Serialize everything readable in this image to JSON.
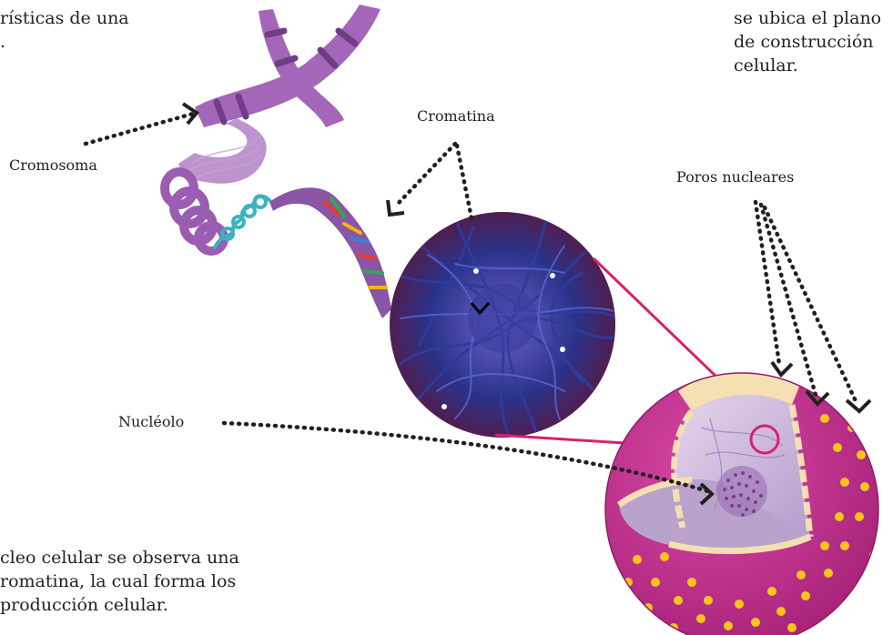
{
  "text_top_left": [
    "rísticas de una",
    "."
  ],
  "text_top_right": [
    "se ubica el plano",
    "de construcción",
    "celular."
  ],
  "text_bottom_left": [
    "cleo celular se observa una",
    "romatina, la cual forma los",
    "producción celular."
  ],
  "labels": {
    "cromosoma": "Cromosoma",
    "cromatina": "Cromatina",
    "poros": "Poros nucleares",
    "nucleolo": "Nucléolo"
  },
  "colors": {
    "chromosome": "#a466b8",
    "chromosome_band": "#6f3d86",
    "dna_helix": "#8a55a6",
    "histone_coil": "#3ab3bf",
    "chromatin_bg": "#6a1a48",
    "chromatin_fiber": "#2f3c9a",
    "zoom_line": "#d6226a",
    "nucleus_outer": "#c2348e",
    "nucleus_pore": "#f6c519",
    "envelope": "#f6dfb3",
    "nucleus_inside": "#c7b3d8",
    "pointer": "#231f20"
  }
}
